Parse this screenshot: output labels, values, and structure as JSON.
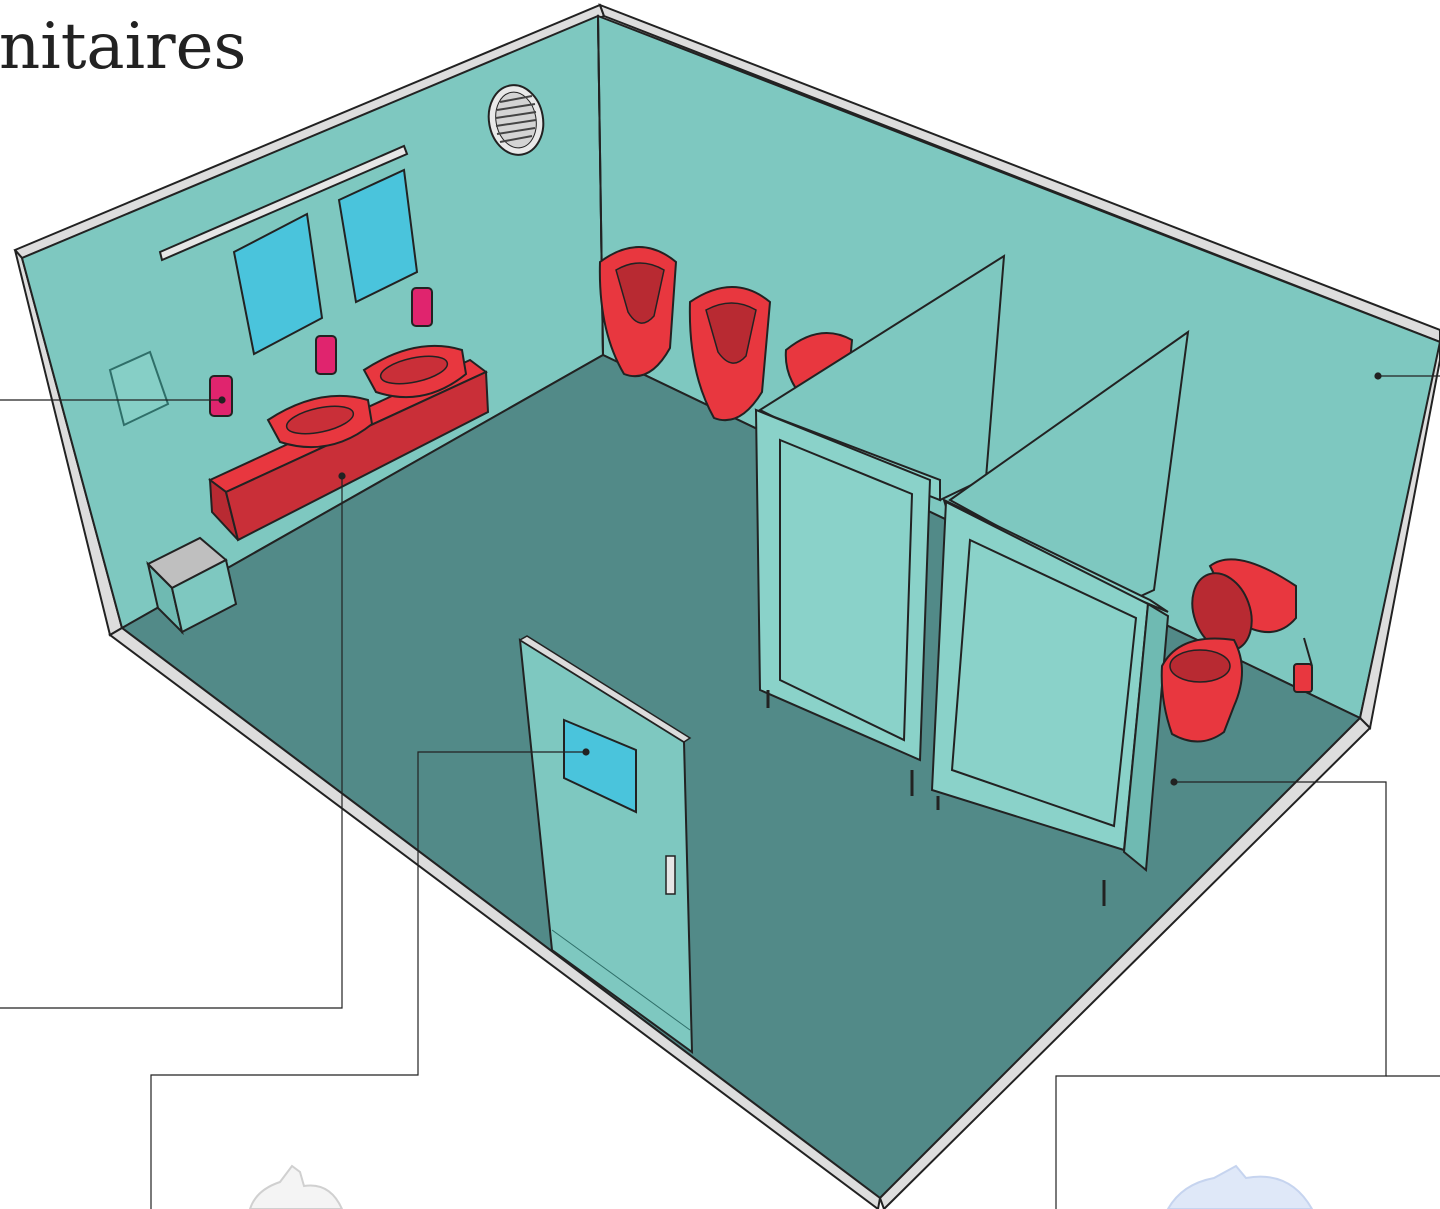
{
  "title": "nitaires",
  "colors": {
    "wall": "#7ec8c0",
    "wall_dark": "#6fb9b1",
    "floor": "#528a88",
    "sanitary_red": "#e8373f",
    "dispenser_magenta": "#e0246e",
    "glass_blue": "#4ac4dc",
    "partition": "#8ad2c9",
    "wall_edge": "#dcdcdc",
    "leader_line": "#222222"
  },
  "scene": {
    "objects": [
      "back-left-wall",
      "back-right-wall",
      "floor",
      "ventilation-grille",
      "light-fixture",
      "mirror-left",
      "mirror-right",
      "soap-dispenser-wall",
      "soap-dispenser-sink-1",
      "soap-dispenser-sink-2",
      "paper-towel-dispenser",
      "double-sink-vanity",
      "waste-bin",
      "urinal-1",
      "urinal-2",
      "urinal-3",
      "toilet-cubicle-1",
      "toilet-cubicle-2",
      "toilet",
      "toilet-brush",
      "entrance-door",
      "door-window",
      "door-handle"
    ]
  }
}
